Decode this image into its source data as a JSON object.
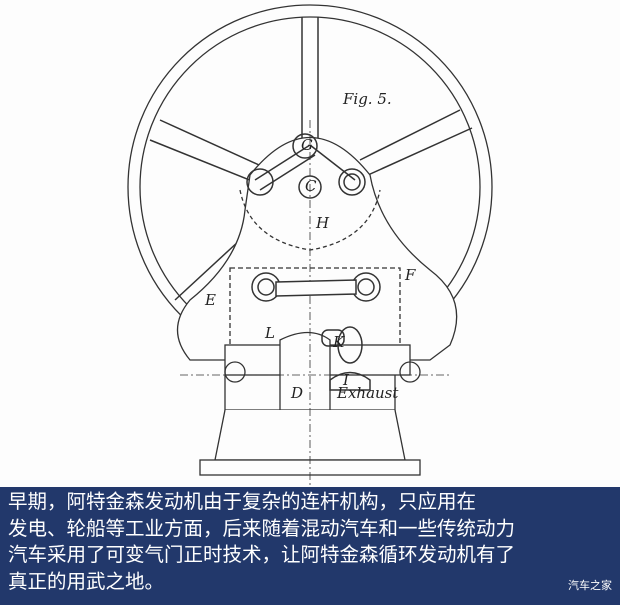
{
  "figure": {
    "title": "Fig. 5.",
    "labels": {
      "G": "G",
      "C": "C",
      "H": "H",
      "E": "E",
      "F": "F",
      "L": "L",
      "K": "K",
      "I": "I",
      "D": "D",
      "exhaust": "Exhaust"
    }
  },
  "caption": {
    "lines": [
      "早期，阿特金森发动机由于复杂的连杆机构，只应用在",
      "发电、轮船等工业方面，后来随着混动汽车和一些传统动力",
      "汽车采用了可变气门正时技术，让阿特金森循环发动机有了",
      "真正的用武之地。"
    ]
  },
  "watermark": "汽车之家"
}
